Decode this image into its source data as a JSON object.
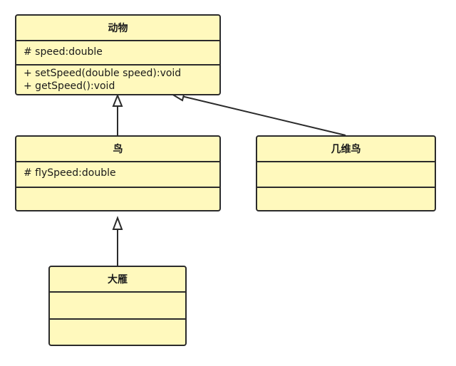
{
  "classes": {
    "animal": {
      "name": "动物",
      "attributes": [
        "# speed:double"
      ],
      "methods": [
        "+ setSpeed(double speed):void",
        "+ getSpeed():void"
      ]
    },
    "bird": {
      "name": "鸟",
      "attributes": [
        "# flySpeed:double"
      ],
      "methods": []
    },
    "kiwi": {
      "name": "几维鸟",
      "attributes": [],
      "methods": []
    },
    "goose": {
      "name": "大雁",
      "attributes": [],
      "methods": []
    }
  },
  "relations": [
    {
      "type": "generalization",
      "from": "bird",
      "to": "animal"
    },
    {
      "type": "generalization",
      "from": "kiwi",
      "to": "animal"
    },
    {
      "type": "generalization",
      "from": "goose",
      "to": "bird"
    }
  ],
  "colors": {
    "fill": "#fff9bd",
    "stroke": "#2b2b2b"
  }
}
